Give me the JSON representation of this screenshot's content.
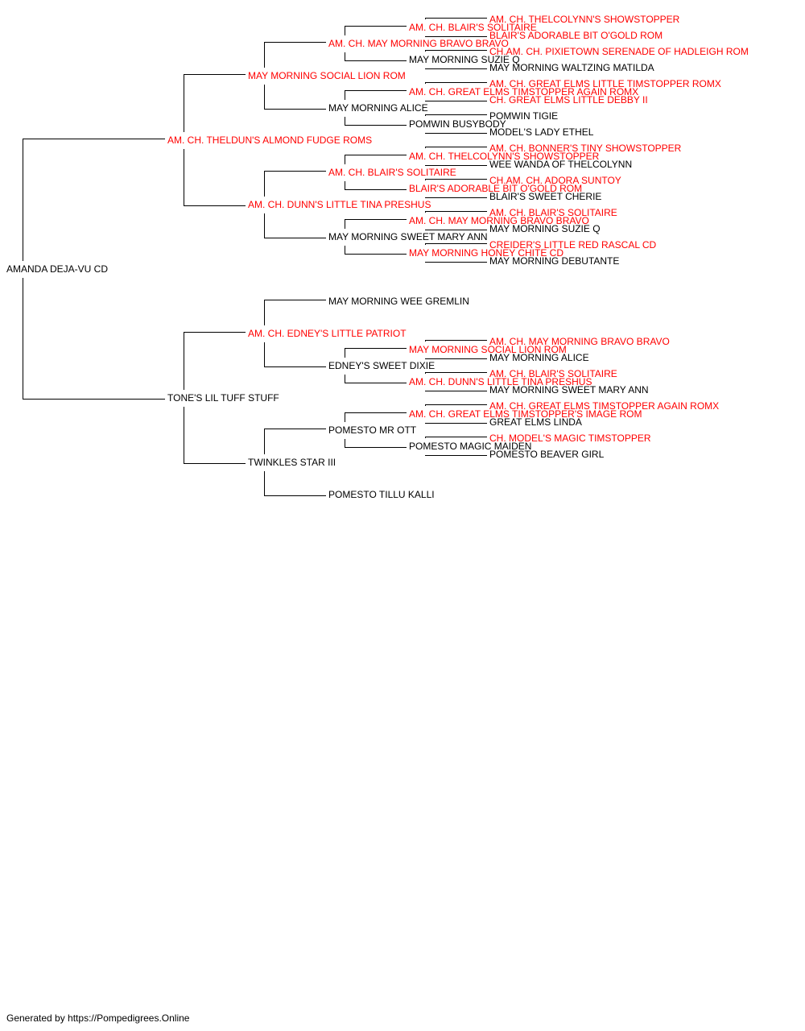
{
  "colors": {
    "champion": "#ff0000",
    "normal": "#000000",
    "connector": "#000000"
  },
  "pedigree": {
    "name": "AMANDA DEJA-VU CD",
    "champion": false,
    "sire": {
      "name": "AM. CH. THELDUN'S ALMOND FUDGE ROMS",
      "champion": true,
      "sire": {
        "name": "MAY MORNING SOCIAL LION ROM",
        "champion": true,
        "sire": {
          "name": "AM. CH. MAY MORNING BRAVO BRAVO",
          "champion": true,
          "sire": {
            "name": "AM. CH. BLAIR'S SOLITAIRE",
            "champion": true,
            "sire": {
              "name": "AM. CH. THELCOLYNN'S SHOWSTOPPER",
              "champion": true
            },
            "dam": {
              "name": "BLAIR'S ADORABLE BIT O'GOLD ROM",
              "champion": true
            }
          },
          "dam": {
            "name": "MAY MORNING SUZIE Q",
            "champion": false,
            "sire": {
              "name": "CH.AM. CH. PIXIETOWN SERENADE OF HADLEIGH ROM",
              "champion": true
            },
            "dam": {
              "name": "MAY MORNING WALTZING MATILDA",
              "champion": false
            }
          }
        },
        "dam": {
          "name": "MAY MORNING ALICE",
          "champion": false,
          "sire": {
            "name": "AM. CH. GREAT ELMS TIMSTOPPER AGAIN ROMX",
            "champion": true,
            "sire": {
              "name": "AM. CH. GREAT ELMS LITTLE TIMSTOPPER ROMX",
              "champion": true
            },
            "dam": {
              "name": "CH. GREAT ELMS LITTLE DEBBY II",
              "champion": true
            }
          },
          "dam": {
            "name": "POMWIN BUSYBODY",
            "champion": false,
            "sire": {
              "name": "POMWIN TIGIE",
              "champion": false
            },
            "dam": {
              "name": "MODEL'S LADY ETHEL",
              "champion": false
            }
          }
        }
      },
      "dam": {
        "name": "AM. CH. DUNN'S LITTLE TINA PRESHUS",
        "champion": true,
        "sire": {
          "name": "AM. CH. BLAIR'S SOLITAIRE",
          "champion": true,
          "sire": {
            "name": "AM. CH. THELCOLYNN'S SHOWSTOPPER",
            "champion": true,
            "sire": {
              "name": "AM. CH. BONNER'S TINY SHOWSTOPPER",
              "champion": true
            },
            "dam": {
              "name": "WEE WANDA OF THELCOLYNN",
              "champion": false
            }
          },
          "dam": {
            "name": "BLAIR'S ADORABLE BIT O'GOLD ROM",
            "champion": true,
            "sire": {
              "name": "CH.AM. CH. ADORA SUNTOY",
              "champion": true
            },
            "dam": {
              "name": "BLAIR'S SWEET CHERIE",
              "champion": false
            }
          }
        },
        "dam": {
          "name": "MAY MORNING SWEET MARY ANN",
          "champion": false,
          "sire": {
            "name": "AM. CH. MAY MORNING BRAVO BRAVO",
            "champion": true,
            "sire": {
              "name": "AM. CH. BLAIR'S SOLITAIRE",
              "champion": true
            },
            "dam": {
              "name": "MAY MORNING SUZIE Q",
              "champion": false
            }
          },
          "dam": {
            "name": "MAY MORNING HONEY CHITE CD",
            "champion": true,
            "sire": {
              "name": "CREIDER'S LITTLE RED RASCAL CD",
              "champion": true
            },
            "dam": {
              "name": "MAY MORNING DEBUTANTE",
              "champion": false
            }
          }
        }
      }
    },
    "dam": {
      "name": "TONE'S LIL TUFF STUFF",
      "champion": false,
      "sire": {
        "name": "AM. CH. EDNEY'S LITTLE PATRIOT",
        "champion": true,
        "sire": {
          "name": "MAY MORNING WEE GREMLIN",
          "champion": false
        },
        "dam": {
          "name": "EDNEY'S SWEET DIXIE",
          "champion": false,
          "sire": {
            "name": "MAY MORNING SOCIAL LION ROM",
            "champion": true,
            "sire": {
              "name": "AM. CH. MAY MORNING BRAVO BRAVO",
              "champion": true
            },
            "dam": {
              "name": "MAY MORNING ALICE",
              "champion": false
            }
          },
          "dam": {
            "name": "AM. CH. DUNN'S LITTLE TINA PRESHUS",
            "champion": true,
            "sire": {
              "name": "AM. CH. BLAIR'S SOLITAIRE",
              "champion": true
            },
            "dam": {
              "name": "MAY MORNING SWEET MARY ANN",
              "champion": false
            }
          }
        }
      },
      "dam": {
        "name": "TWINKLES STAR III",
        "champion": false,
        "sire": {
          "name": "POMESTO MR OTT",
          "champion": false,
          "sire": {
            "name": "AM. CH. GREAT ELMS TIMSTOPPER'S IMAGE ROM",
            "champion": true,
            "sire": {
              "name": "AM. CH. GREAT ELMS TIMSTOPPER AGAIN ROMX",
              "champion": true
            },
            "dam": {
              "name": "GREAT ELMS LINDA",
              "champion": false
            }
          },
          "dam": {
            "name": "POMESTO MAGIC MAIDEN",
            "champion": false,
            "sire": {
              "name": "CH. MODEL'S MAGIC TIMSTOPPER",
              "champion": true
            },
            "dam": {
              "name": "POMESTO BEAVER GIRL",
              "champion": false
            }
          }
        },
        "dam": {
          "name": "POMESTO TILLU KALLI",
          "champion": false
        }
      }
    }
  },
  "footer": {
    "text": "Generated by https://Pompedigrees.Online"
  }
}
